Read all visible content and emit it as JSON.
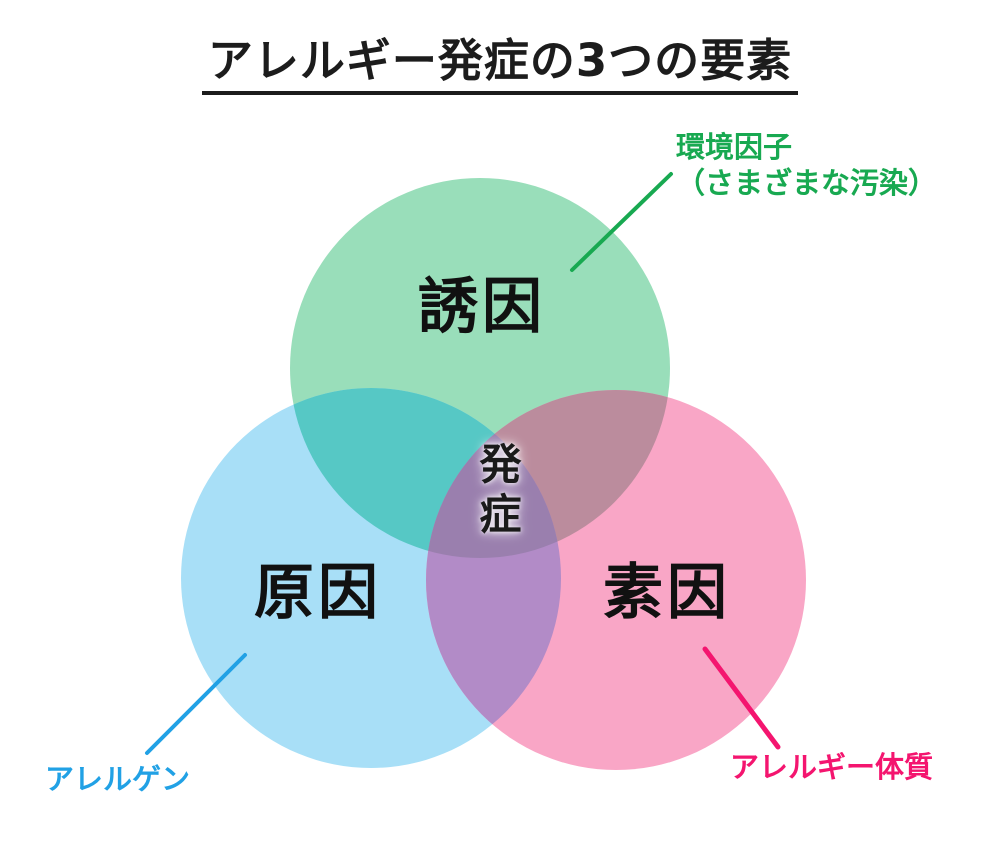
{
  "title": {
    "text": "アレルギー発症の3つの要素"
  },
  "diagram": {
    "center_label": "発症",
    "circles": [
      {
        "id": "trigger",
        "label": "誘因"
      },
      {
        "id": "cause",
        "label": "原因"
      },
      {
        "id": "predisposition",
        "label": "素因"
      }
    ],
    "colors": {
      "green": "#99deba",
      "blue": "#a8dff7",
      "pink": "#f9a6c6",
      "green_blue": "#56c8c5",
      "green_pink": "#bb8c9d",
      "blue_pink": "#b28bc7",
      "center": "#9a7fae"
    }
  },
  "annotations": {
    "green": {
      "line1": "環境因子",
      "line2": "（さまざまな汚染）",
      "color": "#18a951"
    },
    "blue": {
      "text": "アレルゲン",
      "color": "#21a1e5"
    },
    "pink": {
      "text": "アレルギー体質",
      "color": "#f4156f"
    }
  }
}
